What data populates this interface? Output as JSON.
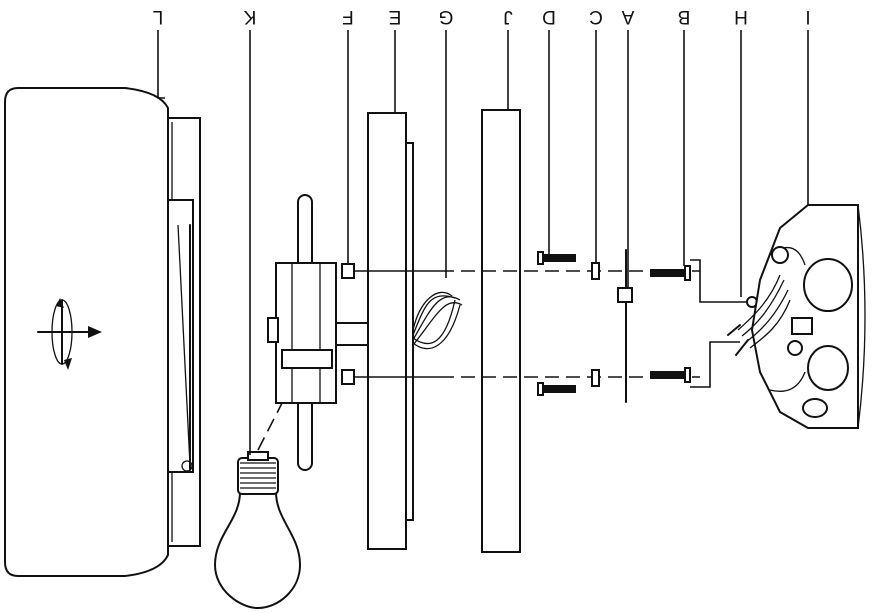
{
  "callouts": {
    "L": "L",
    "K": "K",
    "F": "F",
    "E": "E",
    "G": "G",
    "J": "J",
    "D": "D",
    "C": "C",
    "A": "A",
    "B": "B",
    "H": "H",
    "I": "I"
  },
  "colors": {
    "line": "#111111",
    "background": "#ffffff"
  }
}
